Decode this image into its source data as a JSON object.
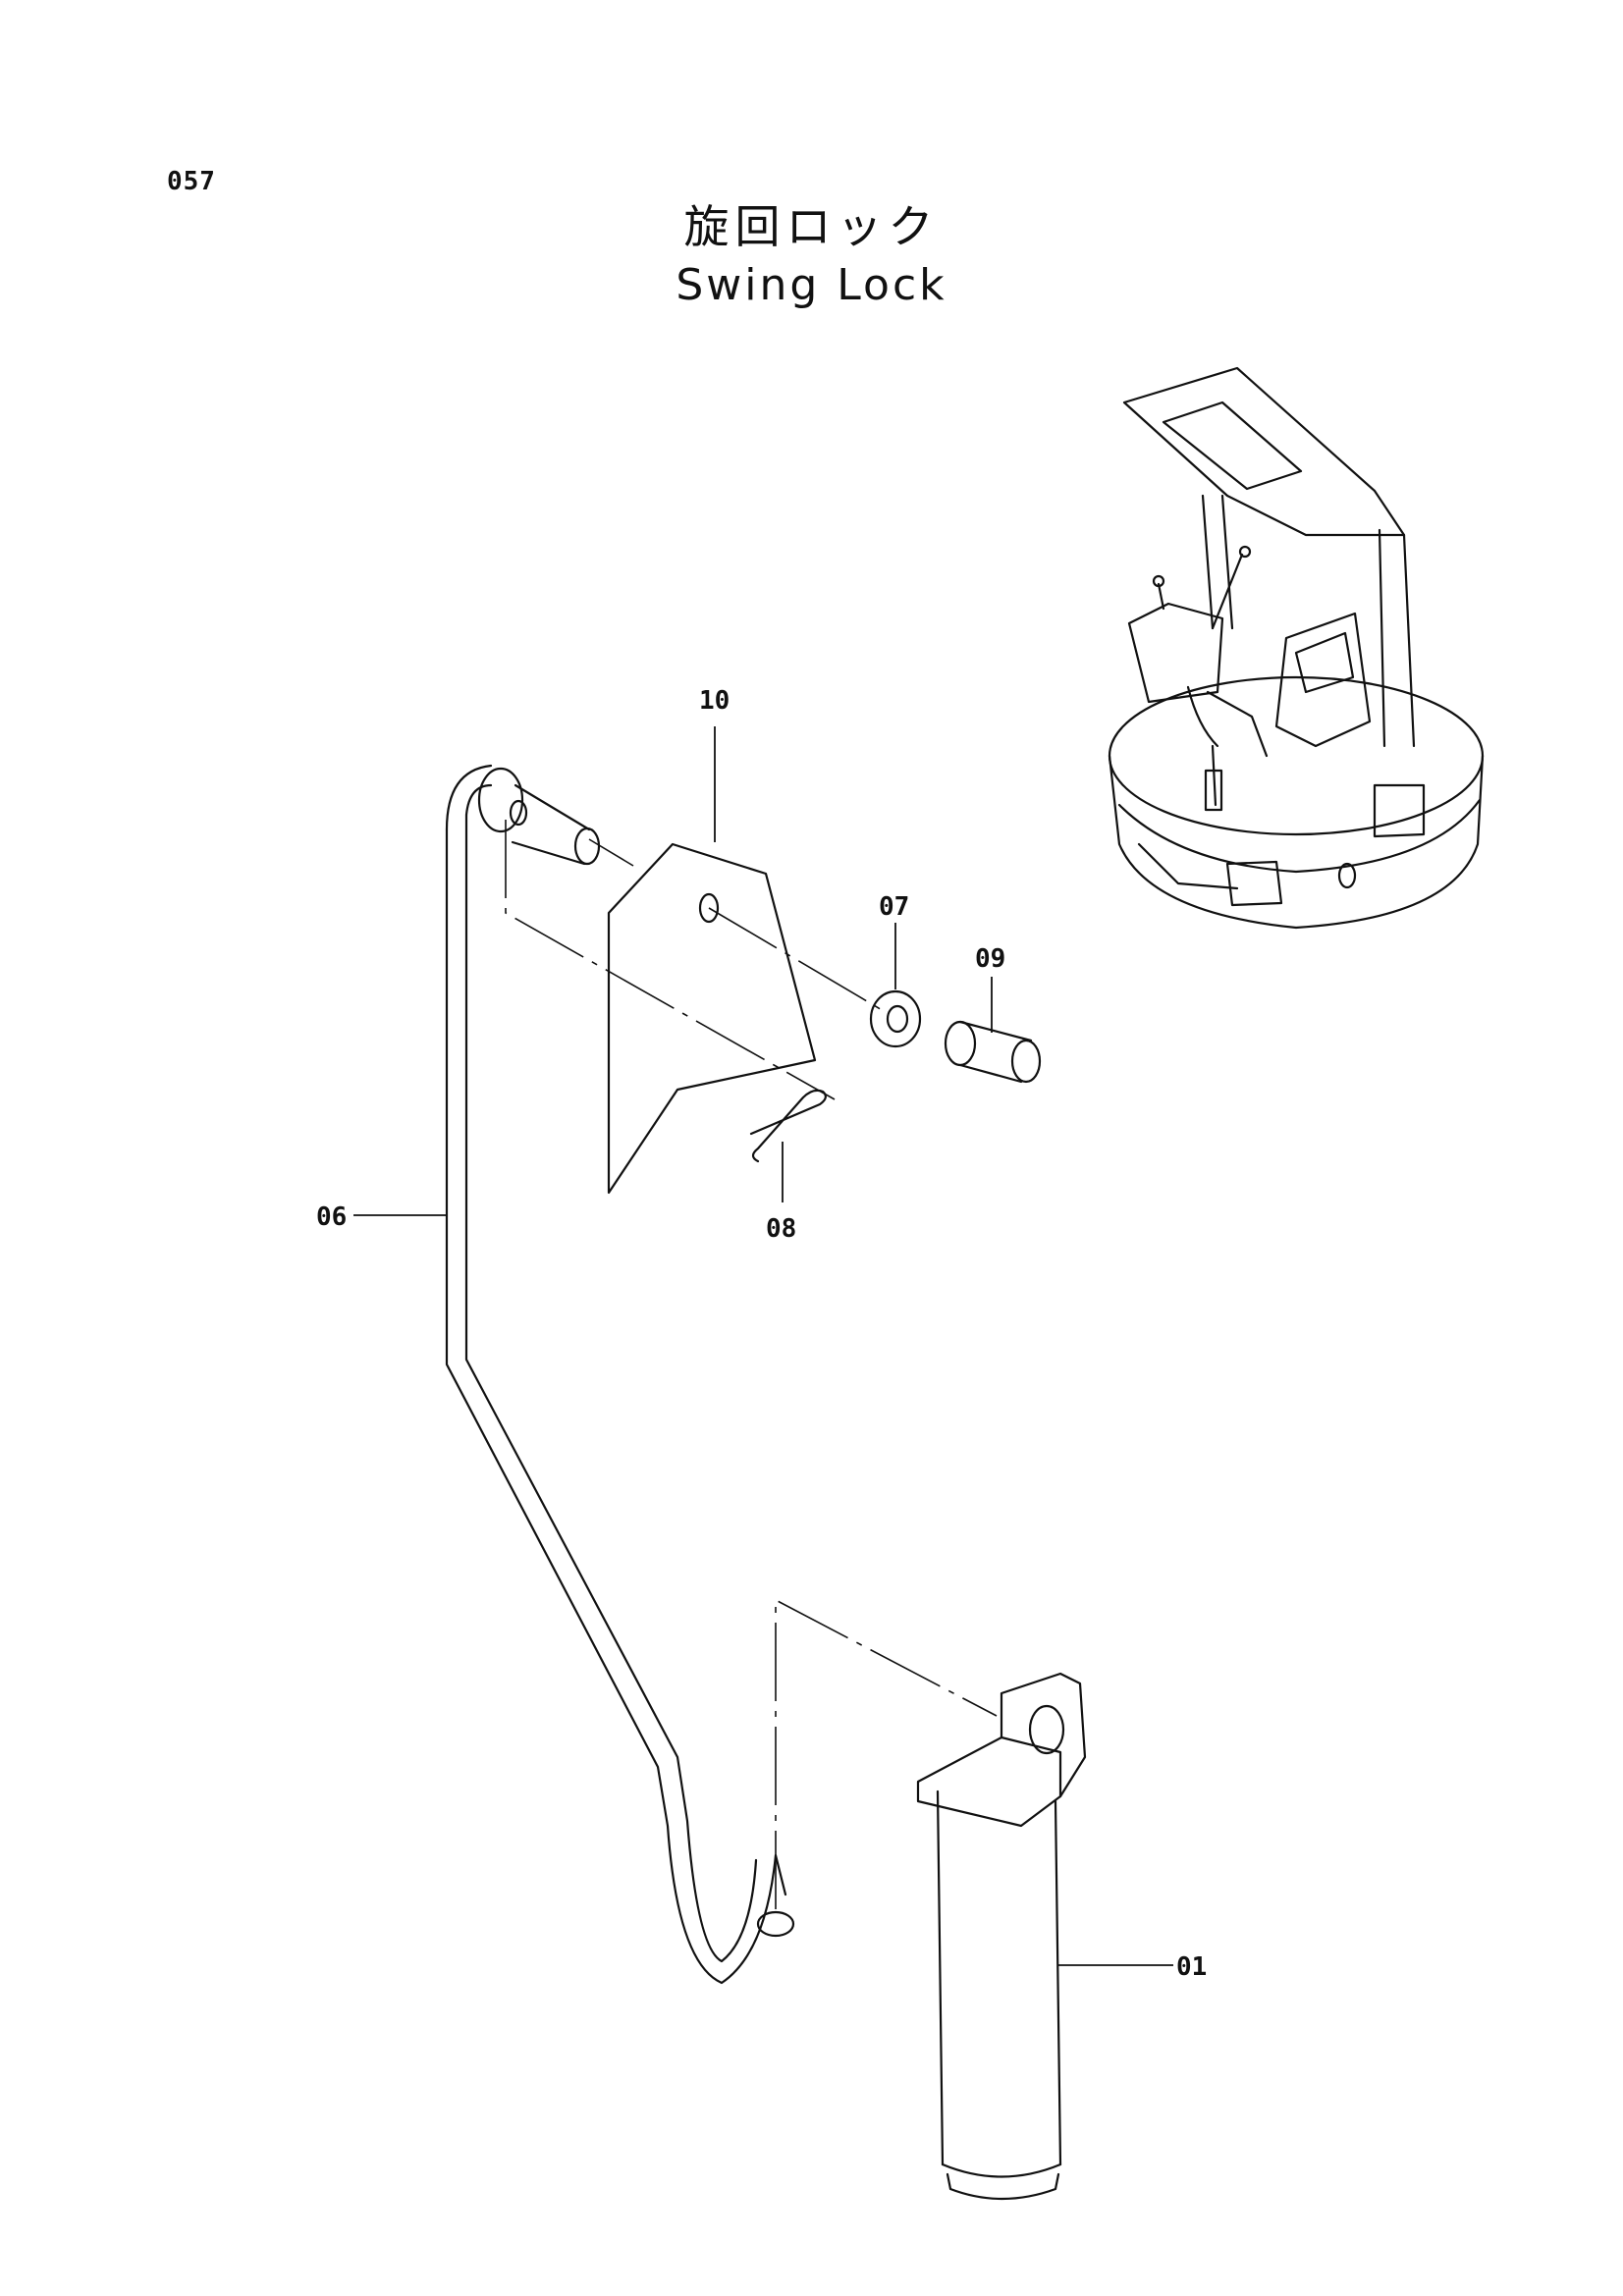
{
  "page": {
    "number": "057",
    "title_jp": "旋回ロック",
    "title_en": "Swing Lock"
  },
  "parts": [
    {
      "id": "10",
      "label": "10"
    },
    {
      "id": "07",
      "label": "07"
    },
    {
      "id": "09",
      "label": "09"
    },
    {
      "id": "08",
      "label": "08"
    },
    {
      "id": "06",
      "label": "06"
    },
    {
      "id": "01",
      "label": "01"
    }
  ],
  "colors": {
    "ink": "#111111",
    "paper": "#ffffff"
  }
}
